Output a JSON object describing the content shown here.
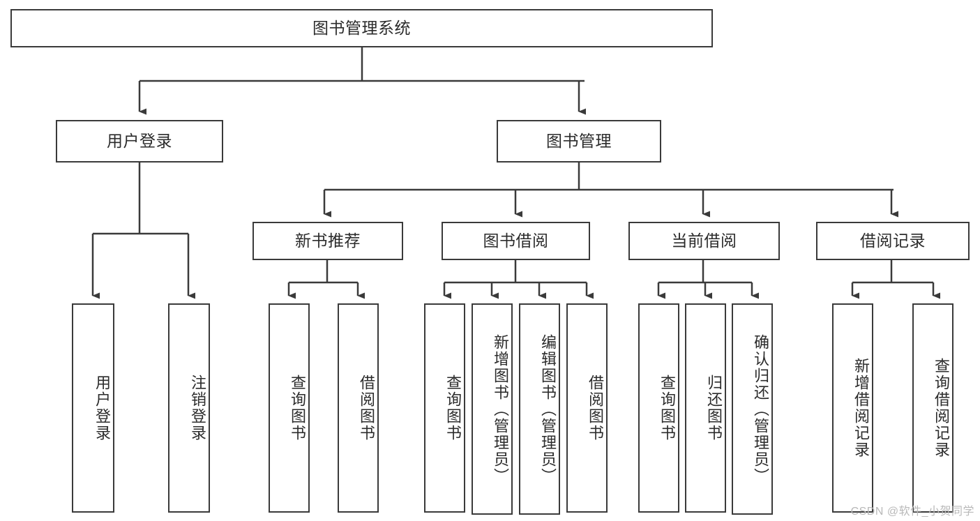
{
  "diagram": {
    "title": "图书管理系统",
    "type": "功能结构图",
    "colors": {
      "box_border": "#3a3a3a",
      "box_fill": "#ffffff",
      "edge": "#3a3a3a",
      "text": "#2b2b2b",
      "background": "#ffffff",
      "watermark": "#b9b9b9"
    },
    "root": {
      "label": "图书管理系统"
    },
    "level2": [
      {
        "id": "user-login",
        "label": "用户登录"
      },
      {
        "id": "book-management",
        "label": "图书管理"
      }
    ],
    "level3": [
      {
        "id": "new-book-recommend",
        "label": "新书推荐"
      },
      {
        "id": "book-borrow",
        "label": "图书借阅"
      },
      {
        "id": "current-borrow",
        "label": "当前借阅"
      },
      {
        "id": "borrow-record",
        "label": "借阅记录"
      }
    ],
    "leaves": {
      "user_login": [
        {
          "id": "leaf-user-login",
          "label": "用户登录"
        },
        {
          "id": "leaf-logout-login",
          "label": "注销登录"
        }
      ],
      "new_book_recommend": [
        {
          "id": "leaf-query-book-1",
          "label": "查询图书"
        },
        {
          "id": "leaf-borrow-book-1",
          "label": "借阅图书"
        }
      ],
      "book_borrow": [
        {
          "id": "leaf-query-book-2",
          "label": "查询图书"
        },
        {
          "id": "leaf-add-book",
          "label": "新增图书（管理员）"
        },
        {
          "id": "leaf-edit-book",
          "label": "编辑图书（管理员）"
        },
        {
          "id": "leaf-borrow-book-2",
          "label": "借阅图书"
        }
      ],
      "current_borrow": [
        {
          "id": "leaf-query-book-3",
          "label": "查询图书"
        },
        {
          "id": "leaf-return-book",
          "label": "归还图书"
        },
        {
          "id": "leaf-confirm-return",
          "label": "确认归还（管理员）"
        }
      ],
      "borrow_record": [
        {
          "id": "leaf-add-record",
          "label": "新增借阅记录"
        },
        {
          "id": "leaf-query-record",
          "label": "查询借阅记录"
        }
      ]
    },
    "watermark": "CSDN @软件_小贺同学"
  }
}
